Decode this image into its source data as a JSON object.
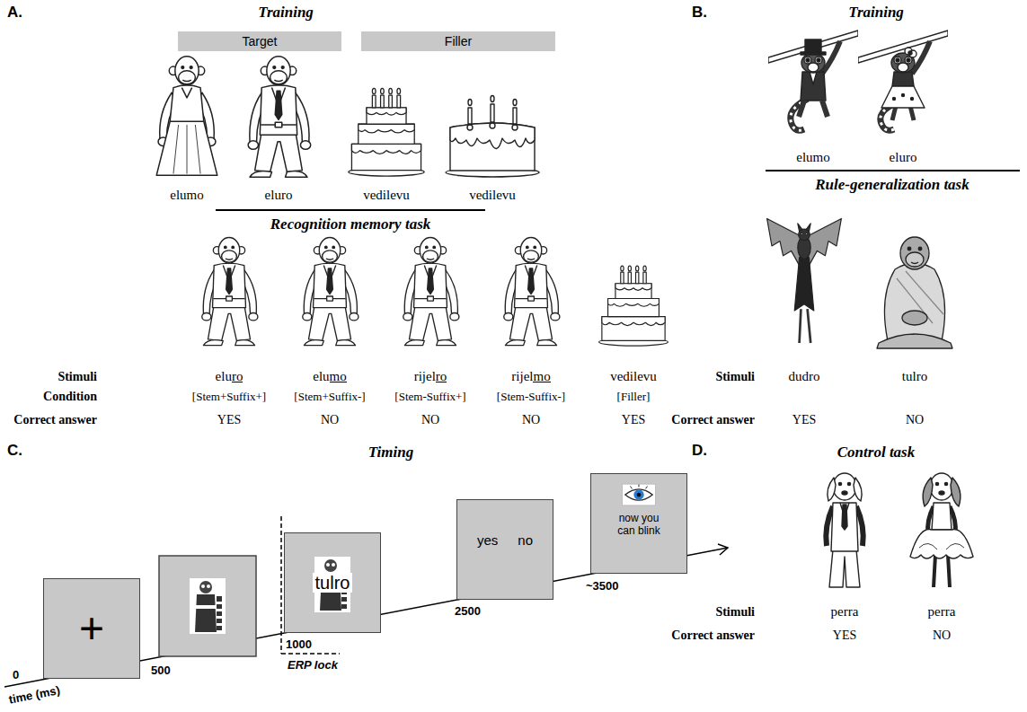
{
  "diagram": {
    "nodes": [
      {
        "text": [
          "Target"
        ]
      },
      {
        "text": [
          "Filler"
        ]
      },
      {
        "text": [
          "+"
        ]
      },
      {
        "text": [
          "tulro"
        ]
      },
      {
        "text": [
          "yes",
          "no"
        ]
      },
      {
        "text": [
          "now you can blink"
        ]
      }
    ],
    "labels": [
      "A.",
      "Training",
      "elumo",
      "eluro",
      "vedilevu",
      "vedilevu",
      "Recognition memory task",
      "Stimuli",
      "Condition",
      "Correct answer",
      "eluro",
      "[Stem+Suffix+]",
      "YES",
      "elumo",
      "[Stem+Suffix-]",
      "NO",
      "rijelro",
      "[Stem-Suffix+]",
      "NO",
      "rijelmo",
      "[Stem-Suffix-]",
      "NO",
      "vedilevu",
      "[Filler]",
      "YES",
      "B.",
      "Training",
      "elumo",
      "eluro",
      "Rule-generalization task",
      "Stimuli",
      "dudro",
      "tulro",
      "Correct answer",
      "YES",
      "NO",
      "C.",
      "Timing",
      "0",
      "time (ms)",
      "500",
      "1000",
      "ERP lock",
      "2500",
      "~3500",
      "D.",
      "Control task",
      "Stimuli",
      "perra",
      "perra",
      "Correct answer",
      "YES",
      "NO"
    ]
  }
}
